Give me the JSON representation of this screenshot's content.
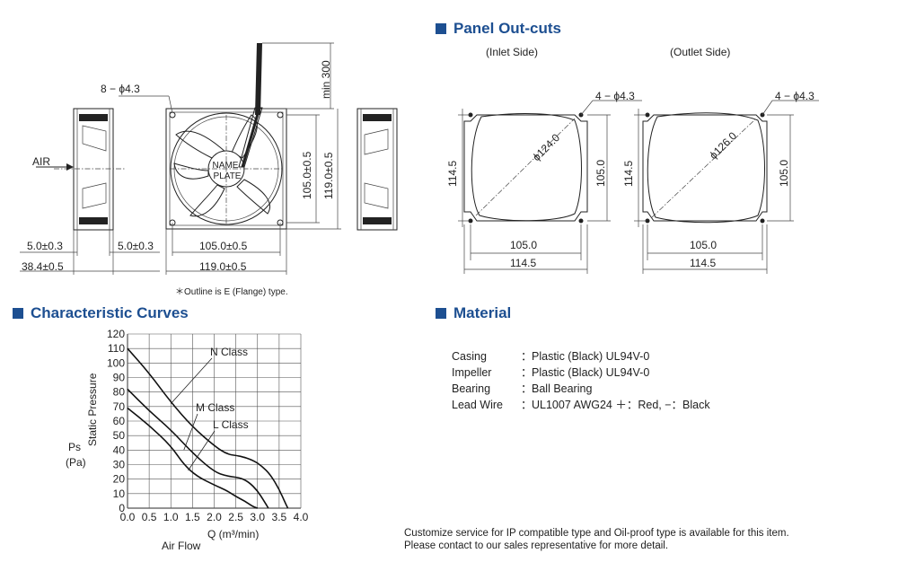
{
  "sections": {
    "panel": "Panel Out-cuts",
    "curves": "Characteristic Curves",
    "material": "Material"
  },
  "drawing": {
    "holes_label": "8 − ϕ4.3",
    "min_lead": "min 300",
    "air": "AIR",
    "name_plate_1": "NAME",
    "name_plate_2": "PLATE",
    "d105v": "105.0±0.5",
    "d119v": "119.0±0.5",
    "d105h": "105.0±0.5",
    "d119h": "119.0±0.5",
    "side_left": "5.0±0.3",
    "side_right": "5.0±0.3",
    "depth": "38.4±0.5",
    "note": "＊Outline is E (Flange) type."
  },
  "panel": {
    "inlet": {
      "label": "(Inlet Side)",
      "holes": "4 − ϕ4.3",
      "diameter": "ϕ124.0",
      "w": "105.0",
      "w_outer": "114.5",
      "h": "105.0",
      "h_outer": "114.5"
    },
    "outlet": {
      "label": "(Outlet Side)",
      "holes": "4 − ϕ4.3",
      "diameter": "ϕ126.0",
      "w": "105.0",
      "w_outer": "114.5",
      "h": "105.0",
      "h_outer": "114.5"
    }
  },
  "chart_data": {
    "type": "line",
    "xlabel_name": "Air Flow",
    "xlabel_unit": "Q   (m³/min)",
    "ylabel_name": "Static Pressure",
    "ylabel_symbol": "Ps",
    "ylabel_unit": "(Pa)",
    "xlim": [
      0,
      4.0
    ],
    "ylim": [
      0,
      120
    ],
    "grid": true,
    "x_ticks": [
      "0.0",
      "0.5",
      "1.0",
      "1.5",
      "2.0",
      "2.5",
      "3.0",
      "3.5",
      "4.0"
    ],
    "y_ticks": [
      "0",
      "10",
      "20",
      "30",
      "40",
      "50",
      "60",
      "70",
      "80",
      "90",
      "100",
      "110",
      "120"
    ],
    "series": [
      {
        "name": "N Class",
        "x": [
          0,
          0.5,
          1.0,
          1.5,
          2.0,
          2.3,
          2.6,
          2.9,
          3.1,
          3.3,
          3.5,
          3.65,
          3.7
        ],
        "y": [
          110,
          93,
          73,
          56,
          43,
          37,
          36,
          33,
          29,
          23,
          13,
          3,
          0
        ]
      },
      {
        "name": "M Class",
        "x": [
          0,
          0.5,
          1.0,
          1.5,
          2.0,
          2.3,
          2.6,
          2.8,
          3.0,
          3.15,
          3.25
        ],
        "y": [
          82,
          67,
          54,
          38,
          25,
          22,
          21,
          18,
          12,
          5,
          0
        ]
      },
      {
        "name": "L Class",
        "x": [
          0,
          0.5,
          1.0,
          1.3,
          1.6,
          2.0,
          2.3,
          2.5,
          2.7,
          2.9,
          3.0
        ],
        "y": [
          69,
          57,
          43,
          30,
          22,
          16,
          12,
          8,
          5,
          1,
          0
        ]
      }
    ]
  },
  "material": [
    {
      "key": "Casing",
      "value": "Plastic (Black) UL94V-0"
    },
    {
      "key": "Impeller",
      "value": "Plastic (Black) UL94V-0"
    },
    {
      "key": "Bearing",
      "value": "Ball Bearing"
    },
    {
      "key": "Lead Wire",
      "value": "UL1007 AWG24 ＋：Red, −：Black"
    }
  ],
  "material_colon": "：",
  "footer": {
    "line1": "Customize service for IP compatible type and Oil-proof type is available for this item.",
    "line2": "Please contact to our sales representative for more detail."
  }
}
